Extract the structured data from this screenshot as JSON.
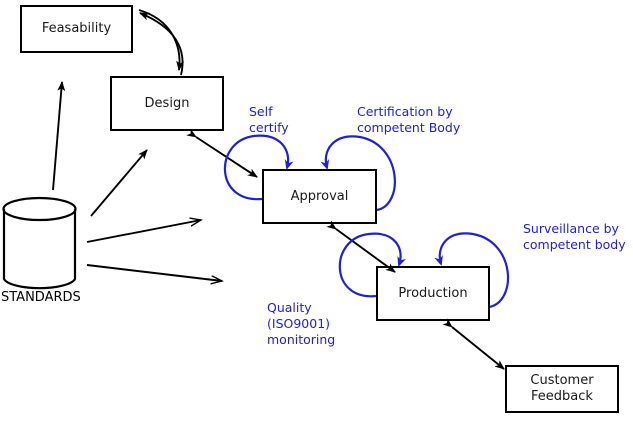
{
  "diagram": {
    "title": "Standards driven product lifecycle",
    "colors": {
      "node_stroke": "#000000",
      "node_text": "#1a1a1a",
      "flow_arrow": "#000000",
      "annotation": "#2222cc",
      "background": "#ffffff"
    },
    "nodes": [
      {
        "id": "feasability",
        "label": "Feasability",
        "shape": "rectangle"
      },
      {
        "id": "design",
        "label": "Design",
        "shape": "rectangle"
      },
      {
        "id": "approval",
        "label": "Approval",
        "shape": "rectangle"
      },
      {
        "id": "production",
        "label": "Production",
        "shape": "rectangle"
      },
      {
        "id": "customer-feedback",
        "label": "Customer\nFeedback",
        "shape": "rectangle"
      },
      {
        "id": "standards",
        "label": "STANDARDS",
        "shape": "cylinder"
      }
    ],
    "annotations": [
      {
        "id": "self-certify",
        "text": "Self\ncertify"
      },
      {
        "id": "certification-by-competent-body",
        "text": "Certification by\ncompetent Body"
      },
      {
        "id": "surveillance-by-competent-body",
        "text": "Surveillance by\ncompetent body"
      },
      {
        "id": "quality-iso9001-monitoring",
        "text": "Quality\n(ISO9001)\nmonitoring"
      }
    ],
    "edges": [
      {
        "id": "design-to-feasability",
        "from": "Design",
        "to": "Feasability",
        "style": "curved-arrow"
      },
      {
        "id": "feasability-to-design",
        "from": "Feasability",
        "to": "Design",
        "style": "curved-arrow"
      },
      {
        "id": "design-approval",
        "from": "Design",
        "to": "Approval",
        "style": "double-headed-arrow"
      },
      {
        "id": "approval-production",
        "from": "Approval",
        "to": "Production",
        "style": "double-headed-arrow"
      },
      {
        "id": "production-customer-feedback",
        "from": "Production",
        "to": "Customer Feedback",
        "style": "double-headed-arrow"
      },
      {
        "id": "standards-to-feasability",
        "from": "STANDARDS",
        "to": "Feasability",
        "style": "arrow"
      },
      {
        "id": "standards-to-design",
        "from": "STANDARDS",
        "to": "Design",
        "style": "arrow"
      },
      {
        "id": "standards-to-approval",
        "from": "STANDARDS",
        "to": "Approval",
        "style": "arrow"
      },
      {
        "id": "standards-to-production",
        "from": "STANDARDS",
        "to": "Production",
        "style": "arrow"
      }
    ],
    "self_loops": [
      {
        "id": "approval-self-certify",
        "node": "Approval",
        "label": "Self certify"
      },
      {
        "id": "approval-certification",
        "node": "Approval",
        "label": "Certification by competent Body"
      },
      {
        "id": "production-quality",
        "node": "Production",
        "label": "Quality (ISO9001) monitoring"
      },
      {
        "id": "production-surveillance",
        "node": "Production",
        "label": "Surveillance by competent body"
      }
    ]
  }
}
